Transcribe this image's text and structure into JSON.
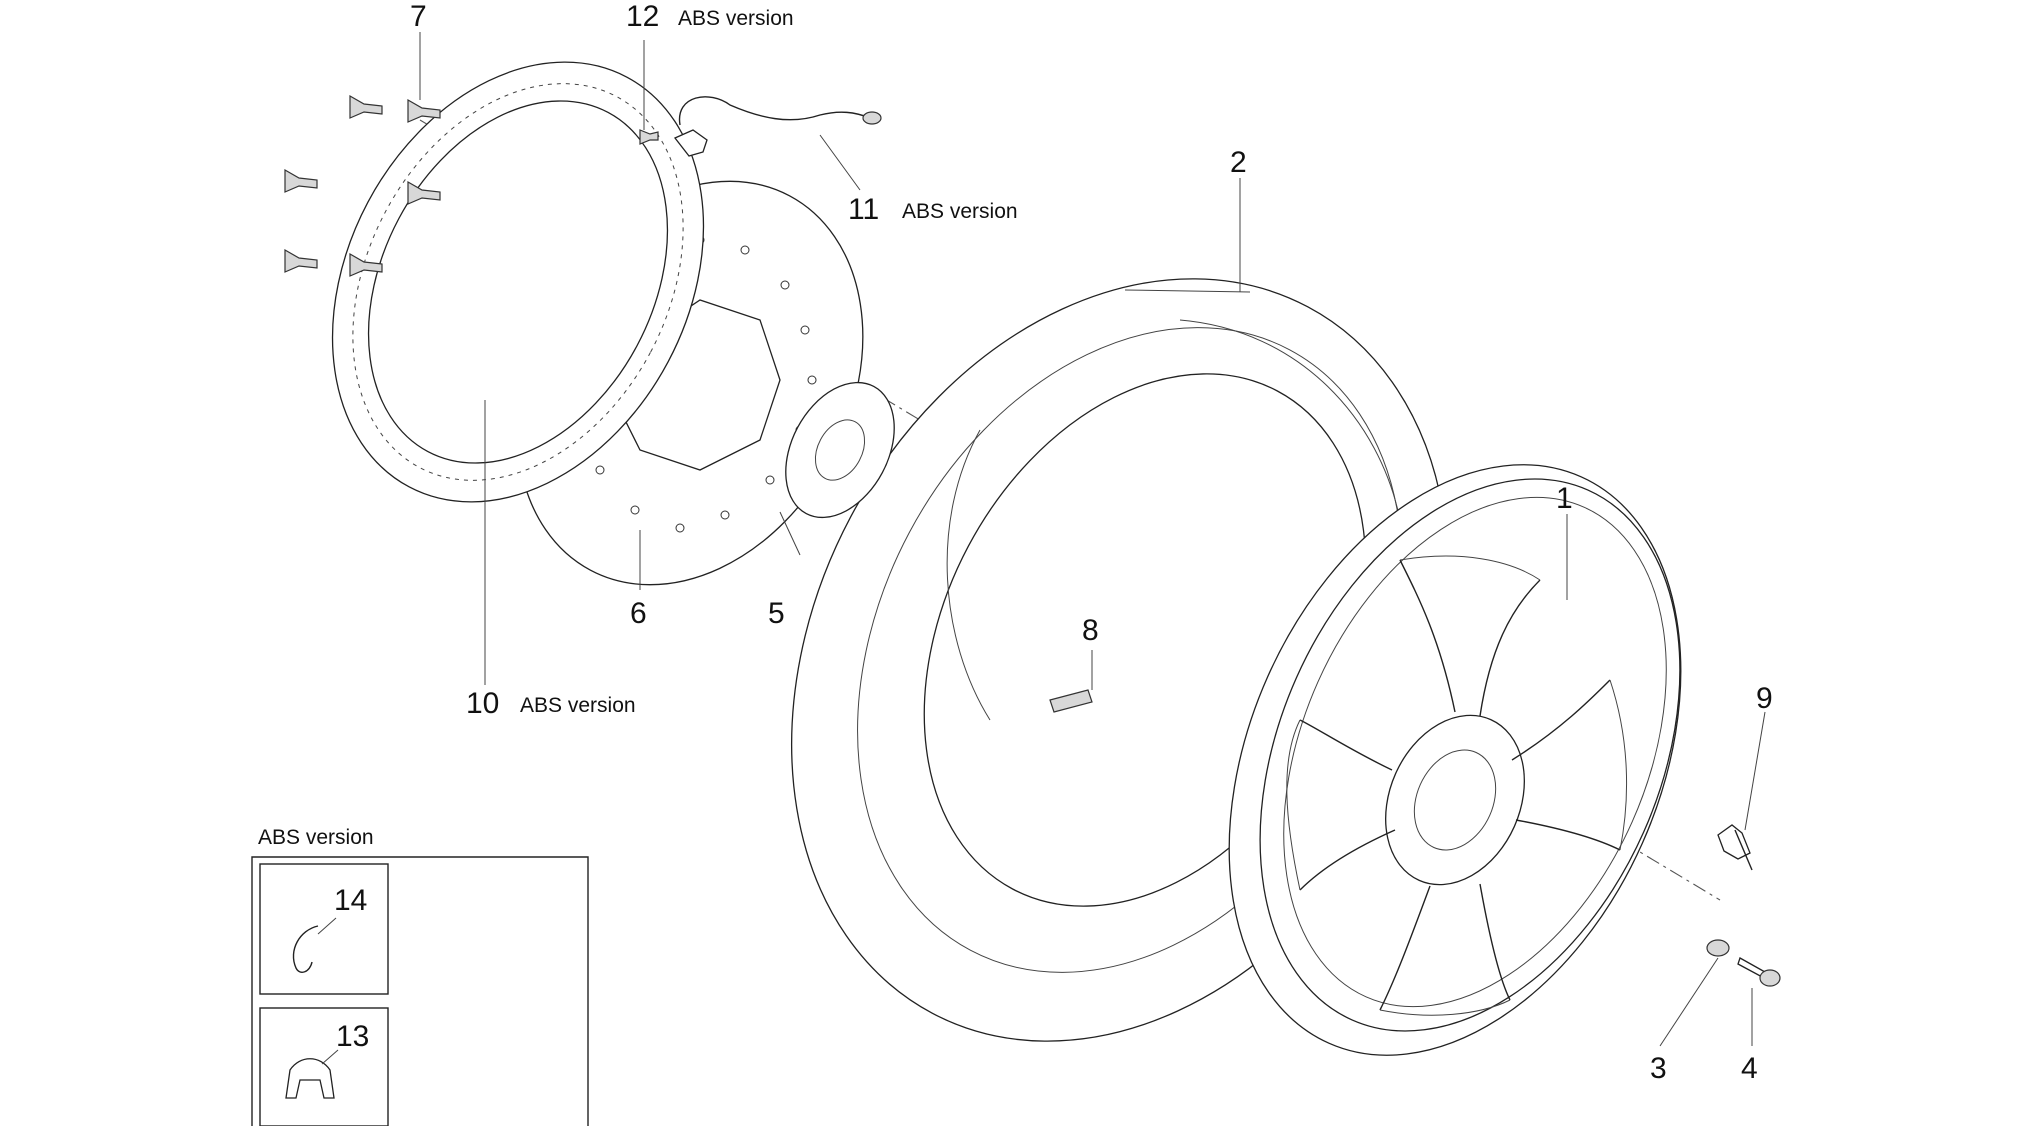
{
  "callouts": [
    {
      "id": "1",
      "number": "1",
      "note": ""
    },
    {
      "id": "2",
      "number": "2",
      "note": ""
    },
    {
      "id": "3",
      "number": "3",
      "note": ""
    },
    {
      "id": "4",
      "number": "4",
      "note": ""
    },
    {
      "id": "5",
      "number": "5",
      "note": ""
    },
    {
      "id": "6",
      "number": "6",
      "note": ""
    },
    {
      "id": "7",
      "number": "7",
      "note": ""
    },
    {
      "id": "8",
      "number": "8",
      "note": ""
    },
    {
      "id": "9",
      "number": "9",
      "note": ""
    },
    {
      "id": "10",
      "number": "10",
      "note": "ABS version"
    },
    {
      "id": "11",
      "number": "11",
      "note": "ABS version"
    },
    {
      "id": "12",
      "number": "12",
      "note": "ABS version"
    },
    {
      "id": "13",
      "number": "13",
      "note": ""
    },
    {
      "id": "14",
      "number": "14",
      "note": ""
    }
  ],
  "inset": {
    "title": "ABS version",
    "items": [
      {
        "number": "14"
      },
      {
        "number": "13"
      }
    ]
  }
}
